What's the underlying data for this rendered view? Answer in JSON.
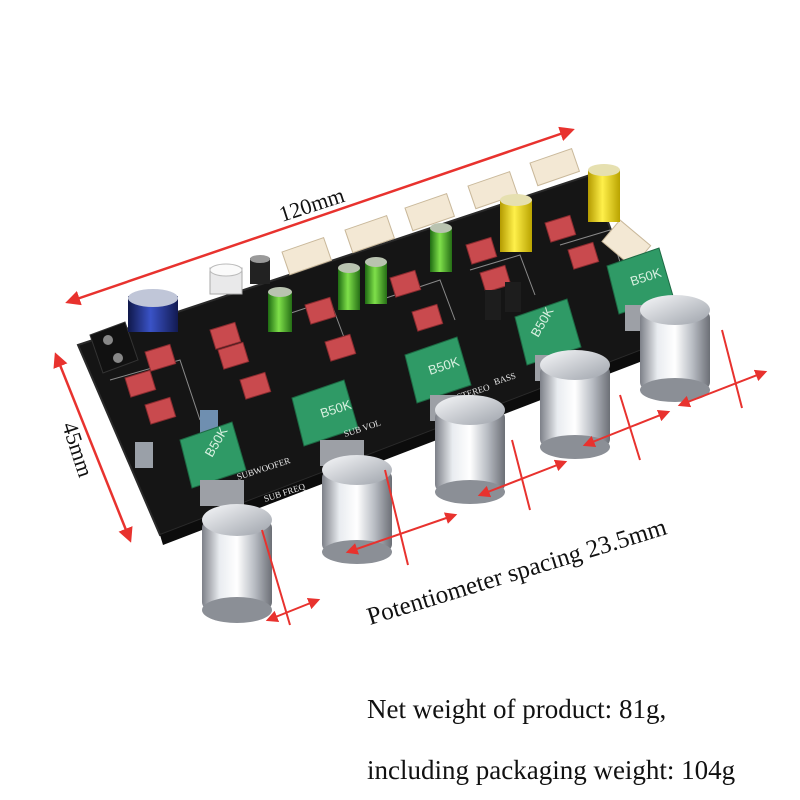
{
  "dimensions": {
    "length": "120mm",
    "width": "45mm",
    "spacing": "Potentiometer spacing 23.5mm"
  },
  "pot_value": "B50K",
  "board_labels": {
    "subwoofer": "SUBWOOFER",
    "sub_freq": "SUB FREQ",
    "sub_vol": "SUB VOL",
    "stereo": "STEREO",
    "bass": "BASS"
  },
  "captions": {
    "net_weight": "Net weight of product: 81g,",
    "package_weight": "including packaging weight: 104g"
  },
  "colors": {
    "board": "#1a1a1a",
    "arrow": "#e8322e",
    "capacitor": "#c94a4e",
    "pot_body": "#2f9a66"
  }
}
